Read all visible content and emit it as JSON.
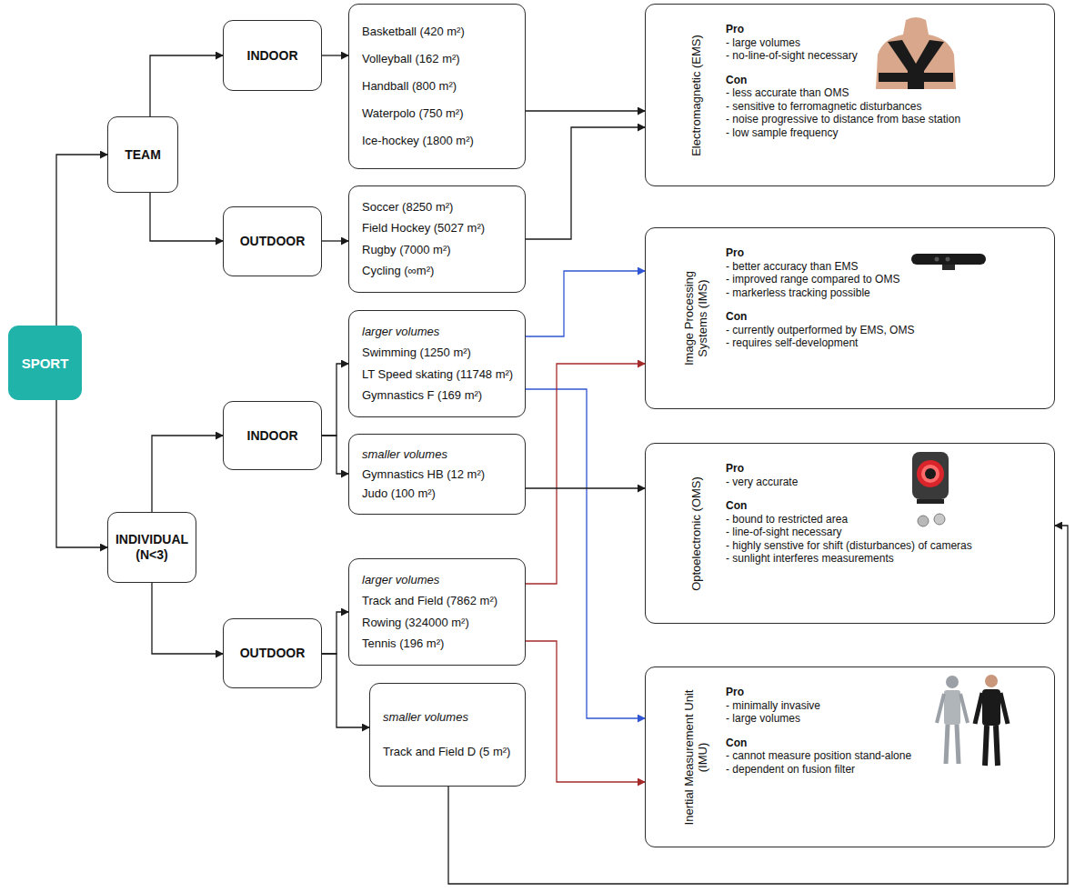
{
  "diagram": {
    "nodes": [
      {
        "text": [
          "SPORT"
        ]
      },
      {
        "text": [
          "TEAM"
        ]
      },
      {
        "text": [
          "INDIVIDUAL (N<3)"
        ]
      },
      {
        "text": [
          "INDOOR"
        ]
      },
      {
        "text": [
          "OUTDOOR"
        ]
      },
      {
        "text": [
          "Basketball (420 m²)",
          "Volleyball (162 m²)",
          "Handball (800 m²)",
          "Waterpolo (750 m²)",
          "Ice-hockey (1800 m²)"
        ]
      },
      {
        "text": [
          "Soccer (8250 m²)",
          "Field Hockey (5027 m²)",
          "Rugby (7000 m²)",
          "Cycling (∞m²)"
        ]
      },
      {
        "text": [
          "INDOOR"
        ]
      },
      {
        "text": [
          "OUTDOOR"
        ]
      },
      {
        "text": [
          "larger volumes",
          "Swimming (1250 m²)",
          "LT Speed skating (11748 m²)",
          "Gymnastics F (169 m²)"
        ]
      },
      {
        "text": [
          "smaller volumes",
          "Gymnastics HB (12 m²)",
          "Judo (100 m²)"
        ]
      },
      {
        "text": [
          "larger volumes",
          "Track and Field (7862 m²)",
          "Rowing (324000 m²)",
          "Tennis (196 m²)"
        ]
      },
      {
        "text": [
          "smaller volumes",
          "Track and Field D (5 m²)"
        ]
      },
      {
        "text": [
          "Electromagnetic (EMS)",
          "Pro",
          "- large volumes",
          "- no-line-of-sight necessary",
          "Con",
          "- less accurate than OMS",
          "- sensitive to ferromagnetic disturbances",
          "- noise progressive to distance from base station",
          "- low sample frequency"
        ]
      },
      {
        "text": [
          "Image Processing Systems (IMS)",
          "Pro",
          "- better accuracy than EMS",
          "- improved range compared to OMS",
          "- markerless tracking possible",
          "Con",
          "- currently outperformed by EMS, OMS",
          "- requires self-development"
        ]
      },
      {
        "text": [
          "Optoelectronic (OMS)",
          "Pro",
          "- very accurate",
          "Con",
          "- bound to restricted area",
          "- line-of-sight necessary",
          "- highly senstive for shift (disturbances) of cameras",
          "- sunlight interferes measurements"
        ]
      },
      {
        "text": [
          "Inertial Measurement Unit (IMU)",
          "Pro",
          "- minimally invasive",
          "- large volumes",
          "Con",
          "- cannot measure position stand-alone",
          "- dependent on fusion filter"
        ]
      }
    ],
    "edges": [
      {
        "from": 0,
        "to": 1,
        "arrow": "to"
      },
      {
        "from": 0,
        "to": 2,
        "arrow": "to"
      },
      {
        "from": 1,
        "to": 3,
        "arrow": "to"
      },
      {
        "from": 1,
        "to": 4,
        "arrow": "to"
      },
      {
        "from": 2,
        "to": 7,
        "arrow": "to"
      },
      {
        "from": 2,
        "to": 8,
        "arrow": "to"
      },
      {
        "from": 3,
        "to": 5,
        "arrow": "to"
      },
      {
        "from": 4,
        "to": 6,
        "arrow": "to"
      },
      {
        "from": 7,
        "to": 9,
        "arrow": "to"
      },
      {
        "from": 7,
        "to": 10,
        "arrow": "to"
      },
      {
        "from": 8,
        "to": 11,
        "arrow": "to"
      },
      {
        "from": 8,
        "to": 12,
        "arrow": "to"
      },
      {
        "from": 5,
        "to": 13,
        "arrow": "to"
      },
      {
        "from": 6,
        "to": 13,
        "arrow": "to"
      },
      {
        "from": 9,
        "to": 14,
        "arrow": "to"
      },
      {
        "from": 9,
        "to": 16,
        "arrow": "to"
      },
      {
        "from": 11,
        "to": 14,
        "arrow": "to"
      },
      {
        "from": 11,
        "to": 16,
        "arrow": "to"
      },
      {
        "from": 10,
        "to": 15,
        "arrow": "to"
      },
      {
        "from": 12,
        "to": 15,
        "arrow": "to"
      }
    ]
  }
}
